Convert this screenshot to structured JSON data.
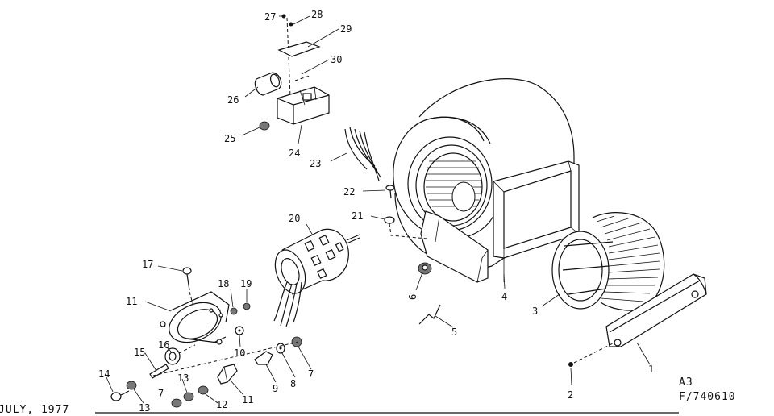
{
  "callouts": [
    {
      "id": "27",
      "label": "27"
    },
    {
      "id": "28",
      "label": "28"
    },
    {
      "id": "29",
      "label": "29"
    },
    {
      "id": "30",
      "label": "30"
    },
    {
      "id": "26",
      "label": "26"
    },
    {
      "id": "25",
      "label": "25"
    },
    {
      "id": "24",
      "label": "24"
    },
    {
      "id": "23",
      "label": "23"
    },
    {
      "id": "22",
      "label": "22"
    },
    {
      "id": "21",
      "label": "21"
    },
    {
      "id": "20",
      "label": "20"
    },
    {
      "id": "17",
      "label": "17"
    },
    {
      "id": "18",
      "label": "18"
    },
    {
      "id": "19",
      "label": "19"
    },
    {
      "id": "11a",
      "label": "11"
    },
    {
      "id": "16",
      "label": "16"
    },
    {
      "id": "15",
      "label": "15"
    },
    {
      "id": "10",
      "label": "10"
    },
    {
      "id": "14",
      "label": "14"
    },
    {
      "id": "13a",
      "label": "13"
    },
    {
      "id": "13b",
      "label": "13"
    },
    {
      "id": "7a",
      "label": "7"
    },
    {
      "id": "12",
      "label": "12"
    },
    {
      "id": "11b",
      "label": "11"
    },
    {
      "id": "9",
      "label": "9"
    },
    {
      "id": "8",
      "label": "8"
    },
    {
      "id": "7b",
      "label": "7"
    },
    {
      "id": "6",
      "label": "6"
    },
    {
      "id": "5",
      "label": "5"
    },
    {
      "id": "4",
      "label": "4"
    },
    {
      "id": "3",
      "label": "3"
    },
    {
      "id": "1",
      "label": "1"
    },
    {
      "id": "2",
      "label": "2"
    }
  ],
  "footer": {
    "date": "JULY, 1977",
    "sheet": "A3",
    "figure": "F/740610"
  }
}
